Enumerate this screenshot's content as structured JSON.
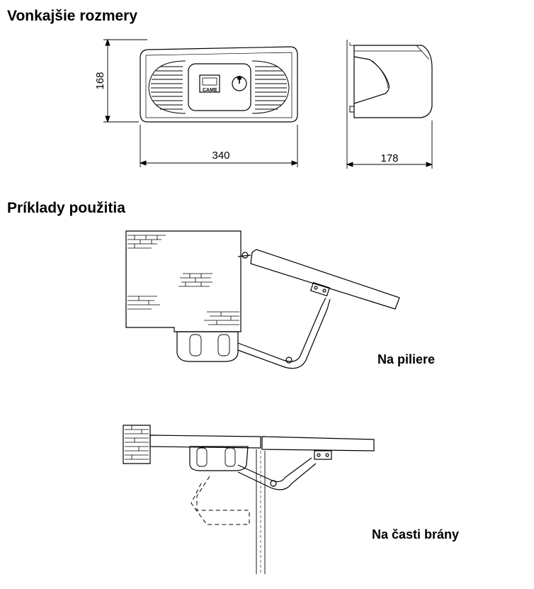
{
  "sections": {
    "dimensions_title": "Vonkajšie rozmery",
    "usage_title": "Príklady použitia"
  },
  "dimensions": {
    "height_label": "168",
    "width_label": "340",
    "depth_label": "178",
    "brand_mark": "CAME"
  },
  "examples": {
    "pillar_caption": "Na piliere",
    "gate_caption": "Na časti brány"
  }
}
